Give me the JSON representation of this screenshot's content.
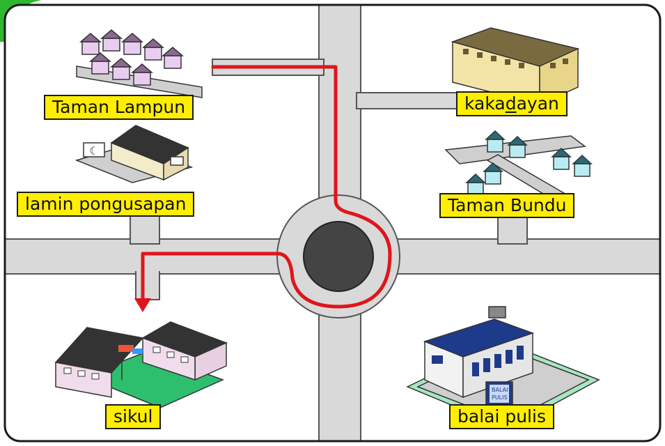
{
  "colors": {
    "road": "#d9d9d9",
    "road_edge": "#555555",
    "route": "#e0151b",
    "label_bg": "#ffee00",
    "frame_accent": "#2eb82e",
    "roundabout_center": "#444444",
    "school_field": "#2ebf6e",
    "police_building": "#1e3a8a"
  },
  "places": {
    "taman_lampun": "Taman Lampun",
    "kakadayan_pre": "kaka",
    "kakadayan_underlined": "d",
    "kakadayan_post": "ayan",
    "lamin_pongusapan": "lamin pongusapan",
    "taman_bundu": "Taman Bundu",
    "sikul": "sikul",
    "balai_pulis": "balai pulis"
  },
  "sign": {
    "line1": "BALAI",
    "line2": "PULIS"
  },
  "icons": [
    "houses-icon",
    "shophouse-icon",
    "mosque-icon",
    "houses-icon",
    "school-icon",
    "police-station-icon",
    "route-arrow-icon"
  ]
}
